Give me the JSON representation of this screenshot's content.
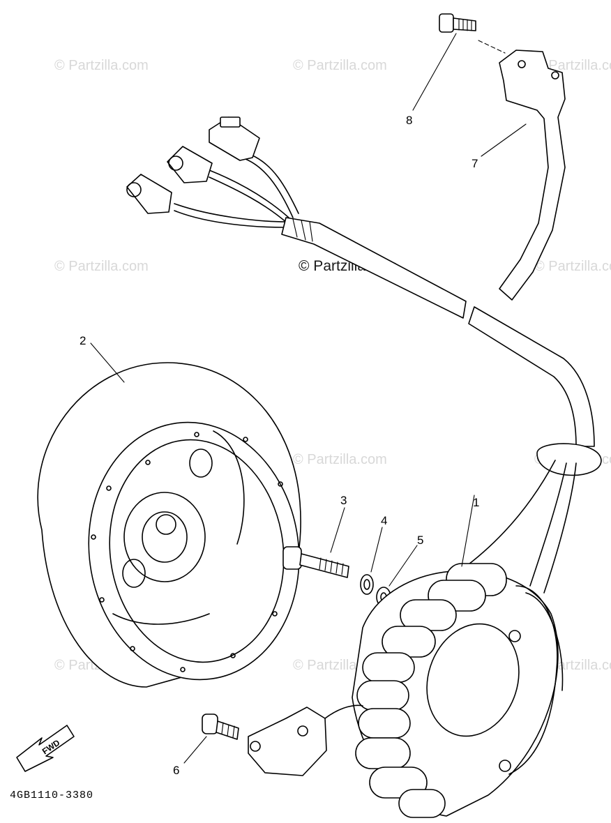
{
  "watermark": {
    "repeat": "© Partzilla.com",
    "main": "© Partzilla.com"
  },
  "diagram_code": "4GB1110-3380",
  "fwd_label": "FWD",
  "callouts": [
    "1",
    "2",
    "3",
    "4",
    "5",
    "6",
    "7",
    "8"
  ],
  "parts": [
    {
      "ref": "1",
      "icon": "stator-assembly-icon"
    },
    {
      "ref": "2",
      "icon": "rotor-flywheel-icon"
    },
    {
      "ref": "3",
      "icon": "bolt-icon"
    },
    {
      "ref": "4",
      "icon": "lock-washer-icon"
    },
    {
      "ref": "5",
      "icon": "plain-washer-icon"
    },
    {
      "ref": "6",
      "icon": "screw-icon"
    },
    {
      "ref": "7",
      "icon": "lead-clamp-icon"
    },
    {
      "ref": "8",
      "icon": "bolt-icon"
    }
  ]
}
